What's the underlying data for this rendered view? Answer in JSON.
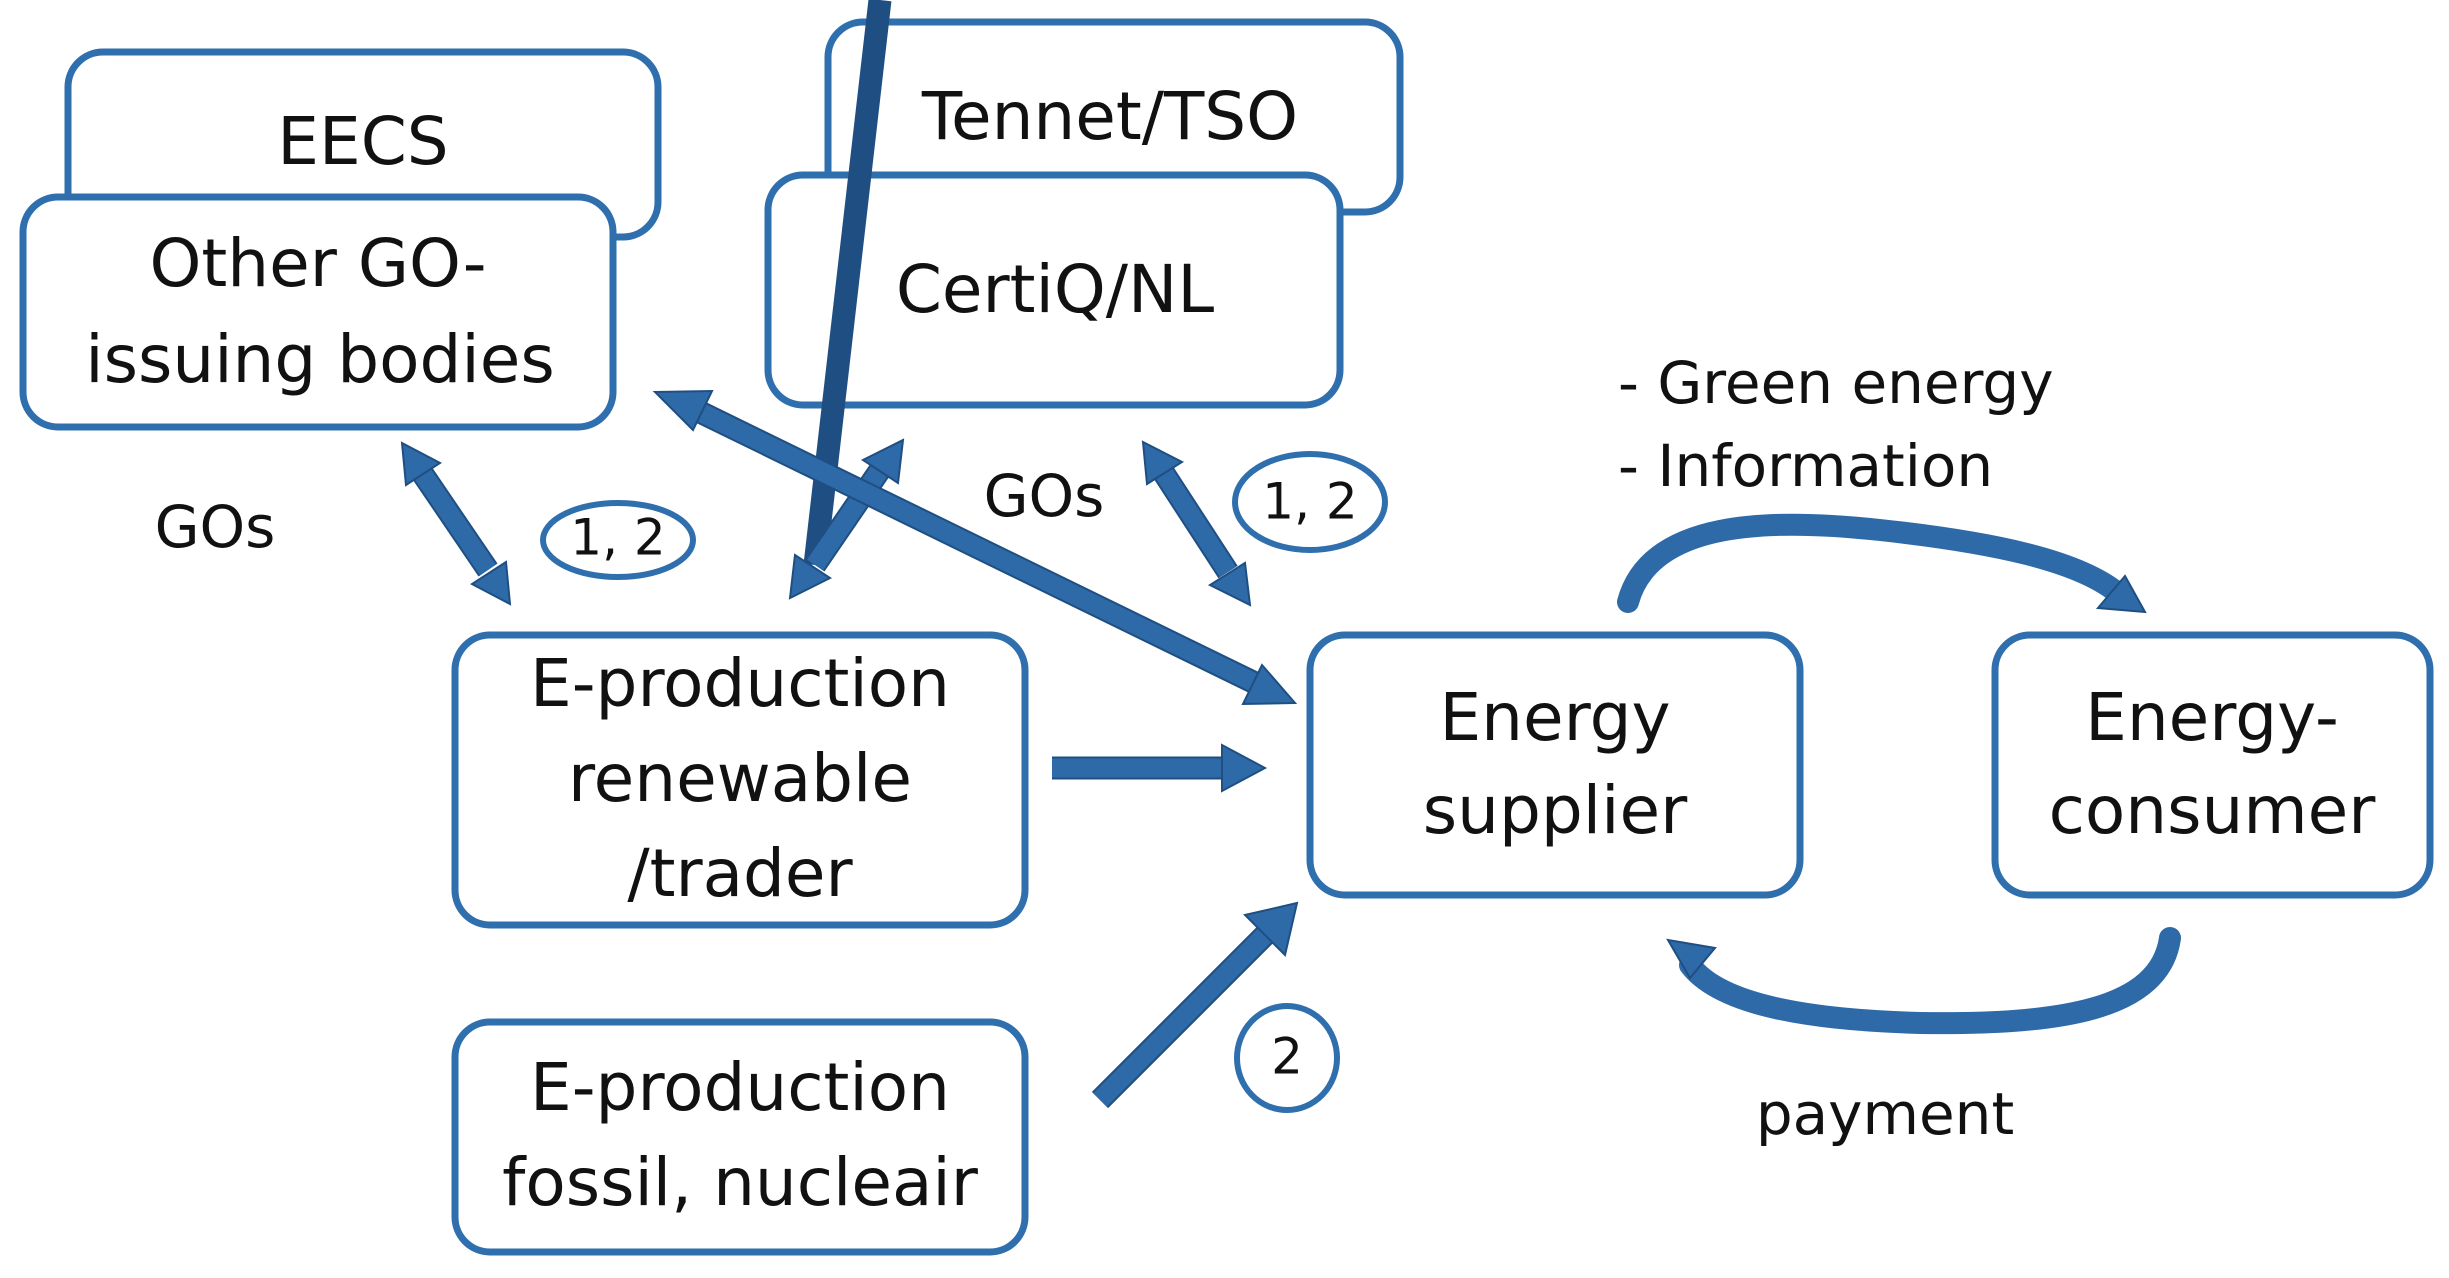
{
  "boxes": {
    "eecs": "EECS",
    "other_go_line1": "Other GO-",
    "other_go_line2": "issuing bodies",
    "tennet": "Tennet/TSO",
    "certiq": "CertiQ/NL",
    "renewable_line1": "E-production",
    "renewable_line2": "renewable",
    "renewable_line3": "/trader",
    "fossil_line1": "E-production",
    "fossil_line2": "fossil, nucleair",
    "supplier_line1": "Energy",
    "supplier_line2": "supplier",
    "consumer_line1": "Energy-",
    "consumer_line2": "consumer"
  },
  "labels": {
    "gos_left": "GOs",
    "gos_center": "GOs",
    "green_energy": "- Green  energy",
    "information": "- Information",
    "payment": "payment"
  },
  "badges": {
    "left": "1, 2",
    "center": "1, 2",
    "bottom": "2"
  },
  "colors": {
    "border": "#2f6fae",
    "arrow": "#2e6aa8",
    "arrow_edge": "#1f4f82",
    "text": "#111111"
  }
}
